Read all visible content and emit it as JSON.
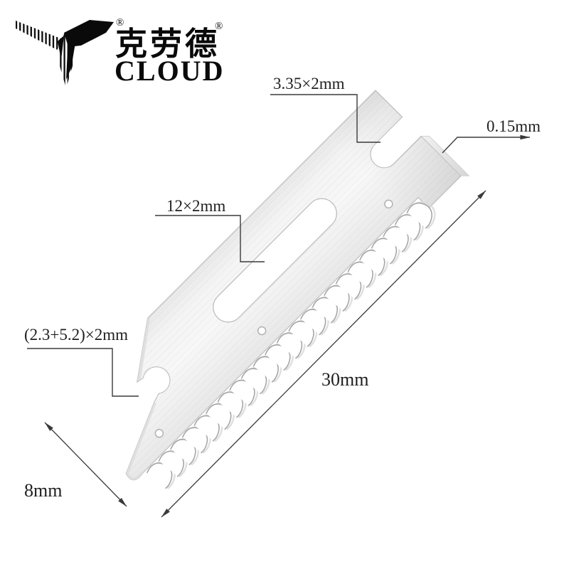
{
  "page": {
    "background_color": "#ffffff"
  },
  "logo": {
    "icon_name": "swallow-bird-logo-icon",
    "registered_mark_icon": "®",
    "registered_mark_brand": "®",
    "brand_name_cn": "克劳德",
    "brand_name_en": "CLOUD",
    "color": "#0a0a0a"
  },
  "blade": {
    "name": "serrated-blade-illustration",
    "body_color_light": "#fbfbfb",
    "body_color_dark": "#e3e3e3",
    "outline_color": "#c2c2c2",
    "tooth_stroke_color": "#a6a6a6",
    "teeth_count": 23
  },
  "dimensions": {
    "line_color": "#3a3a3a",
    "top_notch": "3.35×2mm",
    "edge_thickness": "0.15mm",
    "center_slot": "12×2mm",
    "bottom_notch": "(2.3+5.2)×2mm",
    "blade_length": "30mm",
    "blade_width": "8mm"
  }
}
